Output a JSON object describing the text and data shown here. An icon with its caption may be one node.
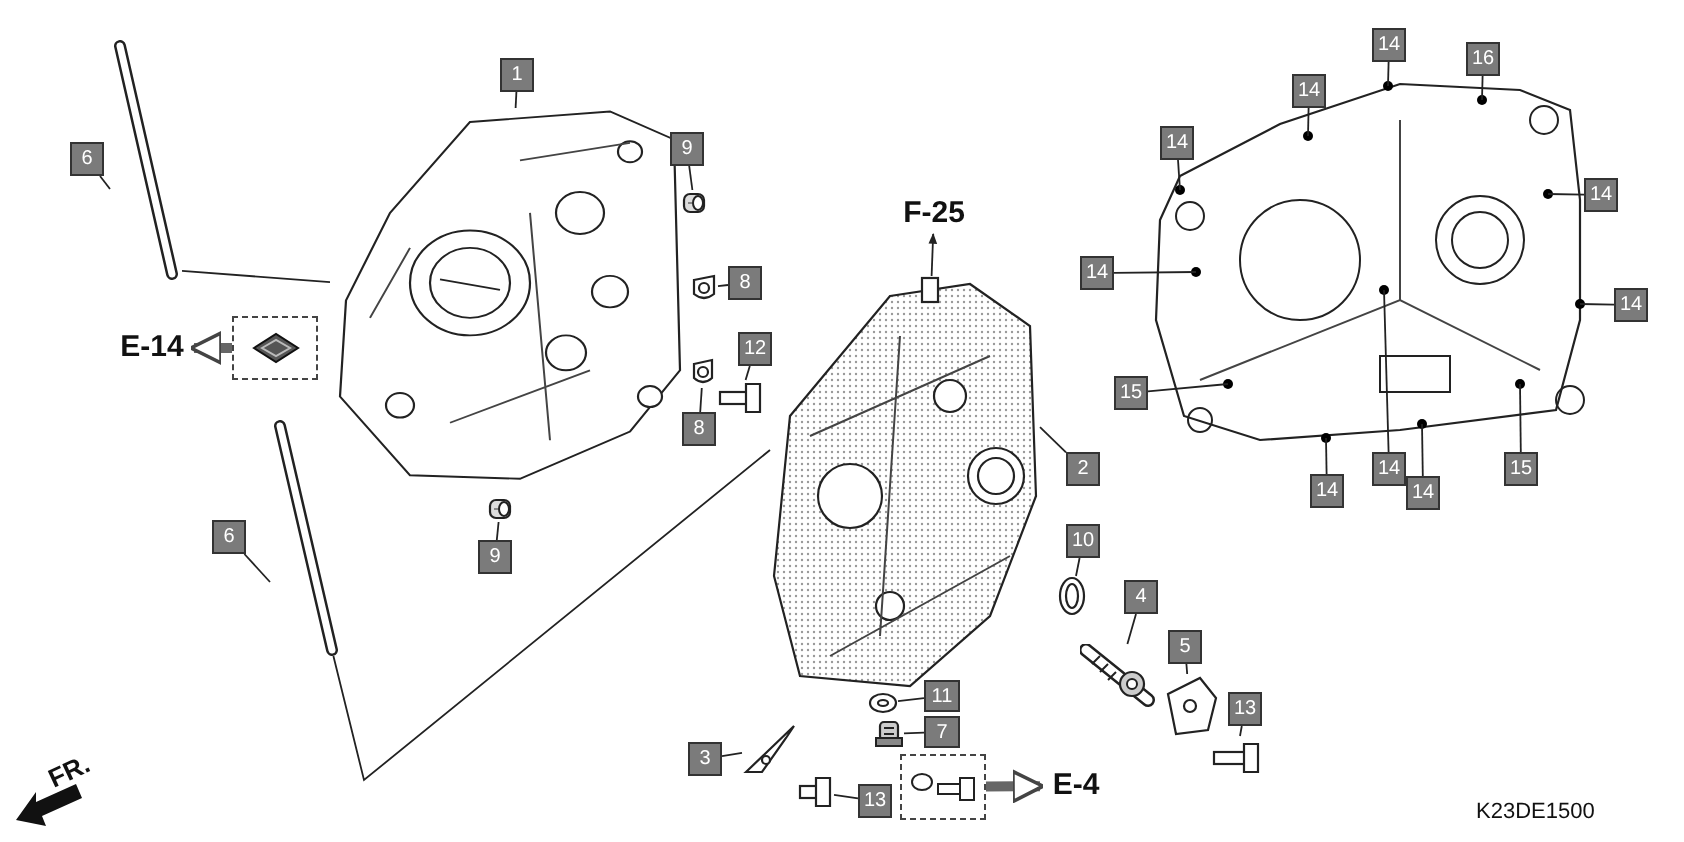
{
  "diagram": {
    "nodes": [
      {
        "text": [
          "1"
        ]
      },
      {
        "text": [],
        "shape": "picture"
      },
      {
        "text": [
          "6"
        ]
      },
      {
        "text": [],
        "shape": "picture"
      },
      {
        "text": [
          "9"
        ]
      },
      {
        "text": [],
        "shape": "picture"
      },
      {
        "text": [
          "8"
        ]
      },
      {
        "text": [],
        "shape": "picture"
      },
      {
        "text": [
          "F-25"
        ]
      },
      {
        "text": [
          "12"
        ]
      },
      {
        "text": [],
        "shape": "picture"
      },
      {
        "text": [
          "E-14"
        ]
      },
      {
        "text": [],
        "shape": "box"
      },
      {
        "text": [
          "8"
        ]
      },
      {
        "text": [],
        "shape": "picture"
      },
      {
        "text": [
          "2"
        ]
      },
      {
        "text": [],
        "shape": "picture"
      },
      {
        "text": [
          "6"
        ]
      },
      {
        "text": [],
        "shape": "picture"
      },
      {
        "text": [
          "9"
        ]
      },
      {
        "text": [],
        "shape": "picture"
      },
      {
        "text": [
          "10"
        ]
      },
      {
        "text": [],
        "shape": "picture"
      },
      {
        "text": [
          "4"
        ]
      },
      {
        "text": [],
        "shape": "picture"
      },
      {
        "text": [
          "5"
        ]
      },
      {
        "text": [],
        "shape": "picture"
      },
      {
        "text": [
          "11"
        ]
      },
      {
        "text": [],
        "shape": "picture"
      },
      {
        "text": [
          "13"
        ]
      },
      {
        "text": [],
        "shape": "picture"
      },
      {
        "text": [
          "7"
        ]
      },
      {
        "text": [],
        "shape": "picture"
      },
      {
        "text": [
          "3"
        ]
      },
      {
        "text": [],
        "shape": "picture"
      },
      {
        "text": [
          "13"
        ]
      },
      {
        "text": [],
        "shape": "picture"
      },
      {
        "text": [],
        "shape": "box"
      },
      {
        "text": [
          "E-4"
        ]
      },
      {
        "text": [
          "14"
        ]
      },
      {
        "text": [
          "16"
        ]
      },
      {
        "text": [
          "14"
        ]
      },
      {
        "text": [
          "14"
        ]
      },
      {
        "text": [
          "14"
        ]
      },
      {
        "text": [
          "14"
        ]
      },
      {
        "text": [
          "14"
        ]
      },
      {
        "text": [
          "15"
        ]
      },
      {
        "text": [
          "15"
        ]
      },
      {
        "text": [
          "14"
        ]
      },
      {
        "text": [
          "14"
        ]
      },
      {
        "text": [
          "14"
        ]
      }
    ],
    "edges": [
      {
        "from": 0,
        "to": 1,
        "arrow": "none"
      },
      {
        "from": 2,
        "to": 3,
        "arrow": "none"
      },
      {
        "from": 4,
        "to": 5,
        "arrow": "none"
      },
      {
        "from": 6,
        "to": 7,
        "arrow": "none"
      },
      {
        "from": 16,
        "to": 8,
        "arrow": "to"
      },
      {
        "from": 9,
        "to": 10,
        "arrow": "none"
      },
      {
        "from": 12,
        "to": 11,
        "arrow": "to",
        "style": "thick"
      },
      {
        "from": 13,
        "to": 14,
        "arrow": "none"
      },
      {
        "from": 15,
        "to": 16,
        "arrow": "none"
      },
      {
        "from": 17,
        "to": 18,
        "arrow": "none"
      },
      {
        "from": 19,
        "to": 20,
        "arrow": "none"
      },
      {
        "from": 21,
        "to": 22,
        "arrow": "none"
      },
      {
        "from": 23,
        "to": 24,
        "arrow": "none"
      },
      {
        "from": 25,
        "to": 26,
        "arrow": "none"
      },
      {
        "from": 27,
        "to": 28,
        "arrow": "none"
      },
      {
        "from": 29,
        "to": 30,
        "arrow": "none"
      },
      {
        "from": 31,
        "to": 32,
        "arrow": "none"
      },
      {
        "from": 33,
        "to": 34,
        "arrow": "none"
      },
      {
        "from": 35,
        "to": 36,
        "arrow": "none"
      },
      {
        "from": 37,
        "to": 38,
        "arrow": "to",
        "style": "thick"
      },
      {
        "from": 39,
        "to": null,
        "arrow": "none"
      },
      {
        "from": 40,
        "to": null,
        "arrow": "none"
      },
      {
        "from": 41,
        "to": null,
        "arrow": "none"
      },
      {
        "from": 42,
        "to": null,
        "arrow": "none"
      },
      {
        "from": 43,
        "to": null,
        "arrow": "none"
      },
      {
        "from": 44,
        "to": null,
        "arrow": "none"
      },
      {
        "from": 45,
        "to": null,
        "arrow": "none"
      },
      {
        "from": 46,
        "to": null,
        "arrow": "none"
      },
      {
        "from": 47,
        "to": null,
        "arrow": "none"
      },
      {
        "from": 48,
        "to": null,
        "arrow": "none"
      },
      {
        "from": 49,
        "to": null,
        "arrow": "none"
      },
      {
        "from": 50,
        "to": null,
        "arrow": "none"
      },
      {
        "from": 3,
        "to": 1,
        "arrow": "none"
      },
      {
        "from": 18,
        "to": 16,
        "arrow": "none"
      }
    ],
    "labels": [
      "FR.",
      "K23DE1500"
    ]
  }
}
